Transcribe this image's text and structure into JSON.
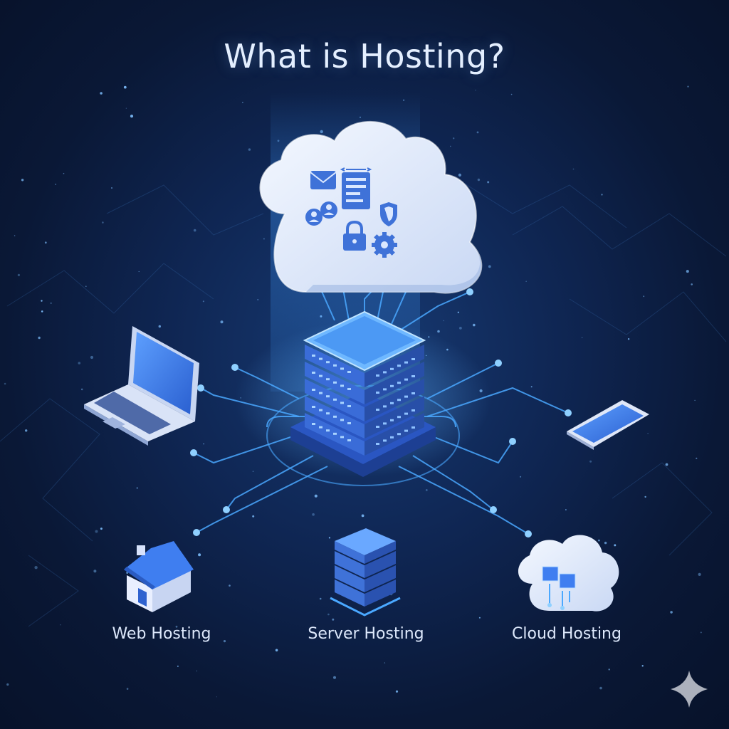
{
  "title": "What is Hosting?",
  "hosting_types": [
    {
      "label": "Web Hosting",
      "icon": "house-icon"
    },
    {
      "label": "Server Hosting",
      "icon": "server-stack-icon"
    },
    {
      "label": "Cloud Hosting",
      "icon": "cloud-server-icon"
    }
  ],
  "devices": [
    "laptop-icon",
    "smartphone-icon"
  ],
  "cloud_icons": [
    "mail-icon",
    "code-window-icon",
    "users-icon",
    "lock-icon",
    "shield-icon",
    "gear-icon"
  ],
  "watermark": "sparkle-icon",
  "colors": {
    "background": "#0a1836",
    "accent": "#4aa8ff",
    "cloud": "#e6efff",
    "server": "#2f5fc8",
    "text": "#e4efff"
  }
}
